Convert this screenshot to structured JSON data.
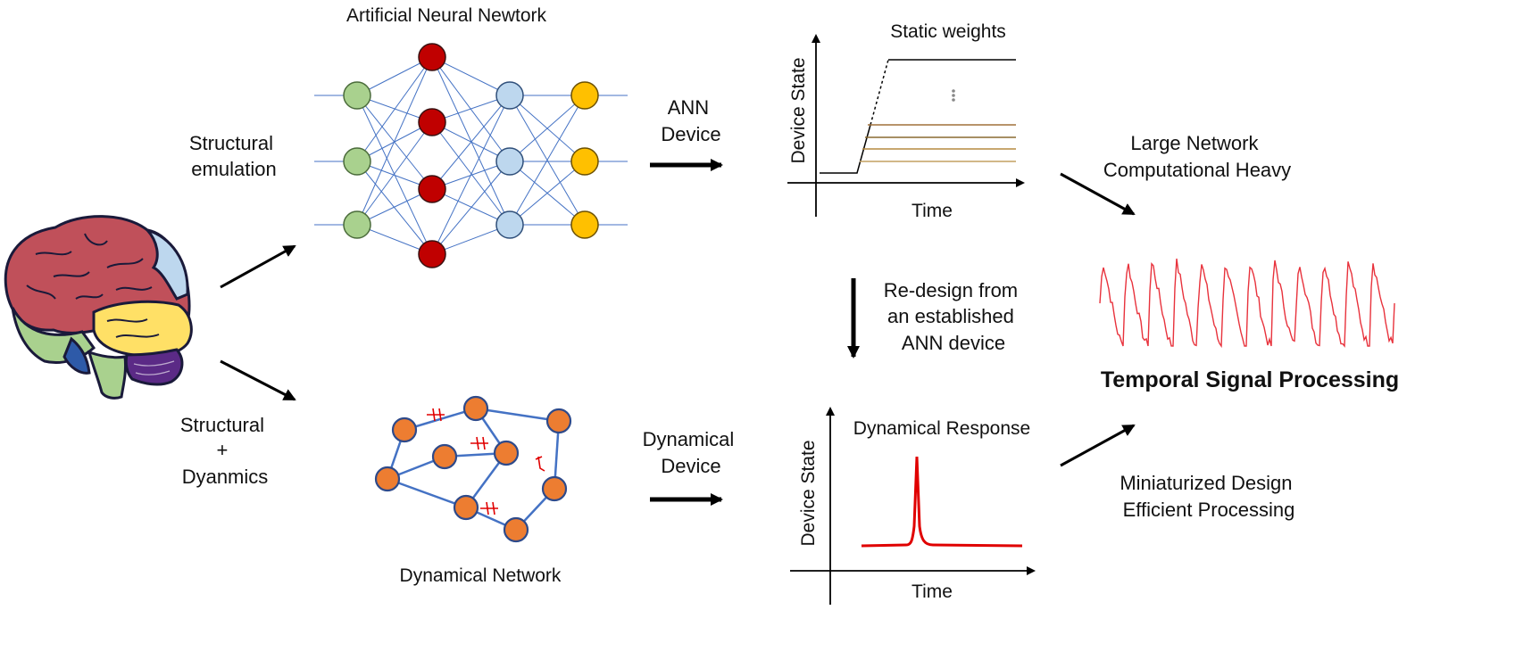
{
  "labels": {
    "ann_title": "Artificial Neural Newtork",
    "structural_emulation": [
      "Structural",
      "emulation"
    ],
    "structural_dynamics": [
      "Structural",
      "+",
      "Dyanmics"
    ],
    "dyn_network_title": "Dynamical Network",
    "ann_device": [
      "ANN",
      "Device"
    ],
    "dyn_device": [
      "Dynamical",
      "Device"
    ],
    "static_weights": "Static weights",
    "dyn_response": "Dynamical Response",
    "device_state": "Device State",
    "time": "Time",
    "redesign": [
      "Re-design from",
      "an established",
      "ANN device"
    ],
    "large_network": [
      "Large Network",
      "Computational Heavy"
    ],
    "miniaturized": [
      "Miniaturized Design",
      "Efficient Processing"
    ],
    "temporal": "Temporal Signal Processing"
  },
  "colors": {
    "node_green": "#a9d18e",
    "node_red": "#c00000",
    "node_blue": "#bdd7ee",
    "node_yellow": "#ffc000",
    "node_orange": "#ed7d31",
    "edge_blue": "#4472c4",
    "signal_red": "#e8323c",
    "spike_red": "#e00000",
    "weight_line": "#a0713a"
  },
  "icons": {
    "brain": "brain-illustration",
    "arrows": "arrow"
  }
}
